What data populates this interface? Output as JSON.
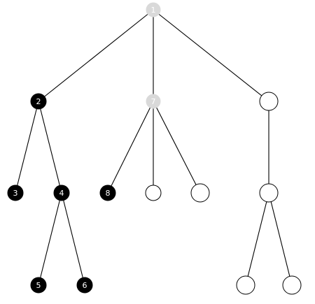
{
  "tree": {
    "nodes": [
      {
        "id": "n1",
        "label": "1",
        "style": "gray"
      },
      {
        "id": "n2",
        "label": "2",
        "style": "black"
      },
      {
        "id": "n7",
        "label": "7",
        "style": "gray"
      },
      {
        "id": "nR",
        "label": "",
        "style": "white"
      },
      {
        "id": "n3",
        "label": "3",
        "style": "black"
      },
      {
        "id": "n4",
        "label": "4",
        "style": "black"
      },
      {
        "id": "n8",
        "label": "8",
        "style": "black"
      },
      {
        "id": "nA",
        "label": "",
        "style": "white"
      },
      {
        "id": "nB",
        "label": "",
        "style": "white"
      },
      {
        "id": "nC",
        "label": "",
        "style": "white"
      },
      {
        "id": "n5",
        "label": "5",
        "style": "black"
      },
      {
        "id": "n6",
        "label": "6",
        "style": "black"
      },
      {
        "id": "nD",
        "label": "",
        "style": "white"
      },
      {
        "id": "nE",
        "label": "",
        "style": "white"
      }
    ],
    "edges": [
      [
        "n1",
        "n2"
      ],
      [
        "n1",
        "n7"
      ],
      [
        "n1",
        "nR"
      ],
      [
        "n2",
        "n3"
      ],
      [
        "n2",
        "n4"
      ],
      [
        "n7",
        "n8"
      ],
      [
        "n7",
        "nA"
      ],
      [
        "n7",
        "nB"
      ],
      [
        "nR",
        "nC"
      ],
      [
        "n4",
        "n5"
      ],
      [
        "n4",
        "n6"
      ],
      [
        "nC",
        "nD"
      ],
      [
        "nC",
        "nE"
      ]
    ],
    "colors": {
      "black_fill": "#000000",
      "black_text": "#ffffff",
      "gray_fill": "#d9d9d9",
      "gray_text": "#ffffff",
      "white_fill": "#ffffff",
      "white_stroke": "#000000",
      "edge": "#000000"
    }
  }
}
